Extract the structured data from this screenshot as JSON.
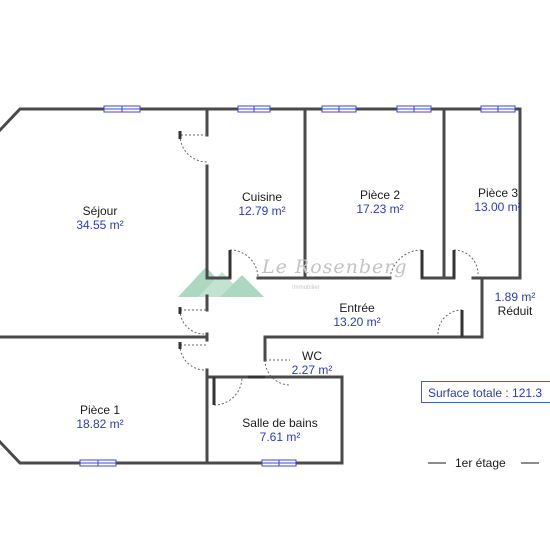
{
  "rooms": {
    "sejour": {
      "name": "Séjour",
      "area": "34.55 m²"
    },
    "cuisine": {
      "name": "Cuisine",
      "area": "12.79 m²"
    },
    "piece2": {
      "name": "Pièce 2",
      "area": "17.23 m²"
    },
    "piece3": {
      "name": "Pièce 3",
      "area": "13.00 m²"
    },
    "reduit": {
      "name": "Réduit",
      "area": "1.89 m²"
    },
    "entree": {
      "name": "Entrée",
      "area": "13.20 m²"
    },
    "wc": {
      "name": "WC",
      "area": "2.27 m²"
    },
    "piece1": {
      "name": "Pièce 1",
      "area": "18.82 m²"
    },
    "salle_de_bains": {
      "name": "Salle de bains",
      "area": "7.61 m²"
    }
  },
  "summary": {
    "surface_totale": "Surface totale : 121.3",
    "level": "1er étage"
  },
  "watermark": {
    "text": "Le Rosenberg",
    "subtext": "Immobilier"
  },
  "colors": {
    "wall": "#4a4a4a",
    "window": "#3b44d6",
    "area_text": "#2a3bb5",
    "watermark_green": "#8fc7a8"
  }
}
